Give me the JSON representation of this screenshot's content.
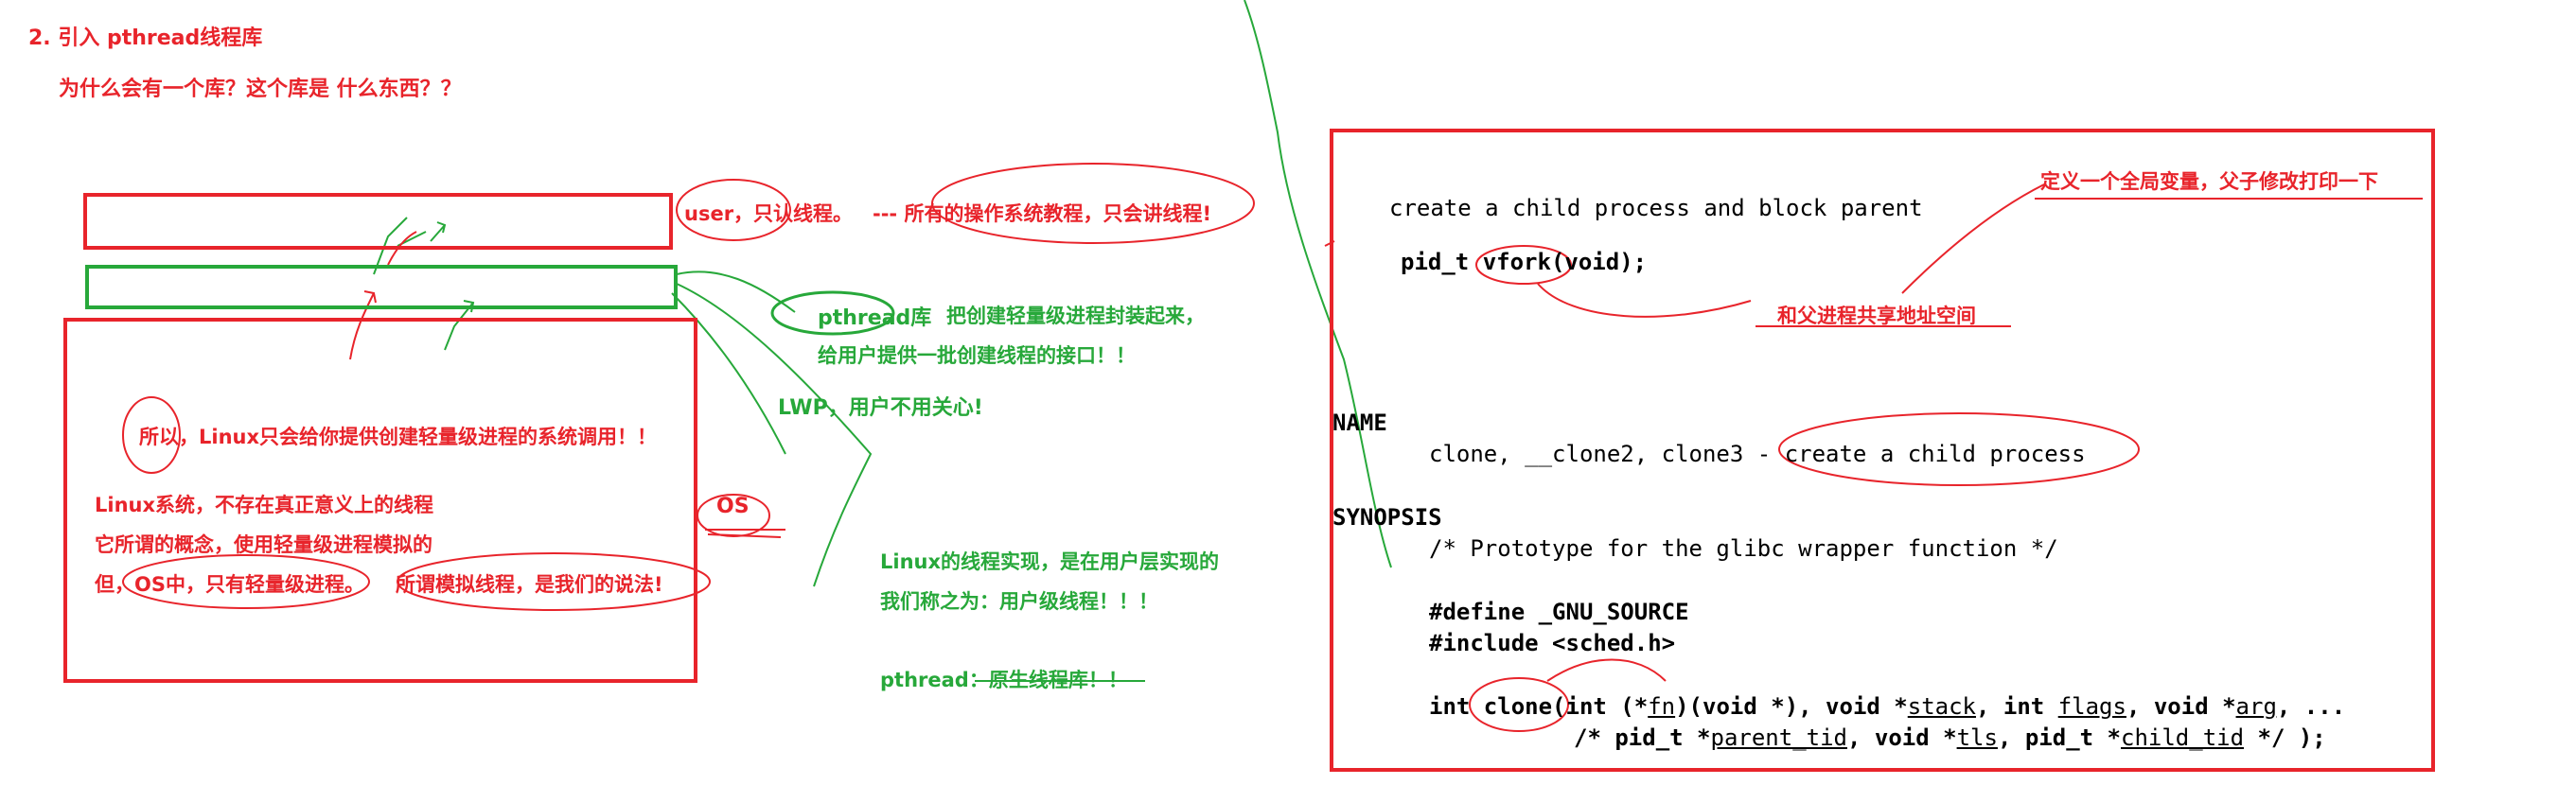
{
  "colors": {
    "red": "#e8242b",
    "green": "#27a83a",
    "black": "#000000"
  },
  "heading": "2. 引入 pthread线程库",
  "question": "为什么会有一个库？这个库是 什么东西？？",
  "user_note": "user，只认线程。",
  "textbook_note": "--- 所有的操作系统教程，只会讲线程!",
  "pthread_lib": {
    "circled": "pthread库",
    "line1": "把创建轻量级进程封装起来，",
    "line2": "给用户提供一批创建线程的接口！！"
  },
  "lwp_note": "LWP，用户不用关心!",
  "os_label": "OS",
  "kernel_box": {
    "line1": "所以，Linux只会给你提供创建轻量级进程的系统调用！！",
    "line2": "Linux系统，不存在真正意义上的线程",
    "line3": "它所谓的概念，使用轻量级进程模拟的",
    "line4_a": "但，OS中，只有轻量级进程。",
    "line4_b": "所谓模拟线程，是我们的说法!"
  },
  "user_thread": {
    "line1": "Linux的线程实现，是在用户层实现的",
    "line2": "我们称之为：用户级线程！！！",
    "line3_a": "pthread：",
    "line3_b": "原生线程库",
    "line3_c": "！！"
  },
  "man_page": {
    "vfork_desc": "create a child process and block parent",
    "vfork_sig_a": "pid_t ",
    "vfork_sig_b": "vfork",
    "vfork_sig_c": "(void);",
    "global_var_note": "定义一个全局变量，父子修改打印一下",
    "shared_addr_note": "和父进程共享地址空间",
    "name_header": "NAME",
    "name_line_a": "clone, __clone2, clone3 - ",
    "name_line_b": "create a child process",
    "synopsis_header": "SYNOPSIS",
    "comment": "/* Prototype for the glibc wrapper function */",
    "define": "#define _GNU_SOURCE",
    "include": "#include <sched.h>",
    "proto": {
      "p1": "int ",
      "clone": "clone",
      "p2": "(int (*",
      "fn": "fn",
      "p3": ")(void *), void *",
      "stack": "stack",
      "p4": ", int ",
      "flags": "flags",
      "p5": ", void *",
      "arg": "arg",
      "p6": ", ..."
    },
    "proto2": {
      "q1": "/* pid_t *",
      "parent_tid": "parent_tid",
      "q2": ", void *",
      "tls": "tls",
      "q3": ", pid_t *",
      "child_tid": "child_tid",
      "q4": " */ );"
    }
  }
}
